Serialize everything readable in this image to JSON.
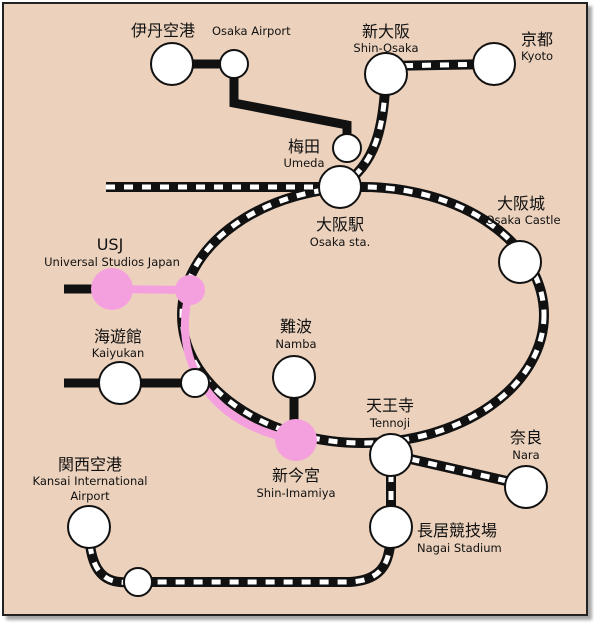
{
  "stations": {
    "itami": {
      "jp": "伊丹空港",
      "en": "Osaka Airport"
    },
    "shin_osaka": {
      "jp": "新大阪",
      "en": "Shin-Osaka"
    },
    "kyoto": {
      "jp": "京都",
      "en": "Kyoto"
    },
    "umeda": {
      "jp": "梅田",
      "en": "Umeda"
    },
    "osaka_sta": {
      "jp": "大阪駅",
      "en": "Osaka sta."
    },
    "osaka_castle": {
      "jp": "大阪城",
      "en": "Osaka Castle"
    },
    "usj": {
      "jp": "USJ",
      "en": "Universal Studios Japan"
    },
    "kaiyukan": {
      "jp": "海遊館",
      "en": "Kaiyukan"
    },
    "namba": {
      "jp": "難波",
      "en": "Namba"
    },
    "tennoji": {
      "jp": "天王寺",
      "en": "Tennoji"
    },
    "nara": {
      "jp": "奈良",
      "en": "Nara"
    },
    "kansai": {
      "jp": "関西空港",
      "en_line1": "Kansai International",
      "en_line2": "Airport"
    },
    "shin_imamiya": {
      "jp": "新今宮",
      "en": "Shin-Imamiya"
    },
    "nagai": {
      "jp": "長居競技場",
      "en": "Nagai Stadium"
    }
  },
  "colors": {
    "background": "#ecd2bd",
    "jr_line": "#111111",
    "usj_line": "#f5a0de",
    "station_fill": "#ffffff"
  }
}
